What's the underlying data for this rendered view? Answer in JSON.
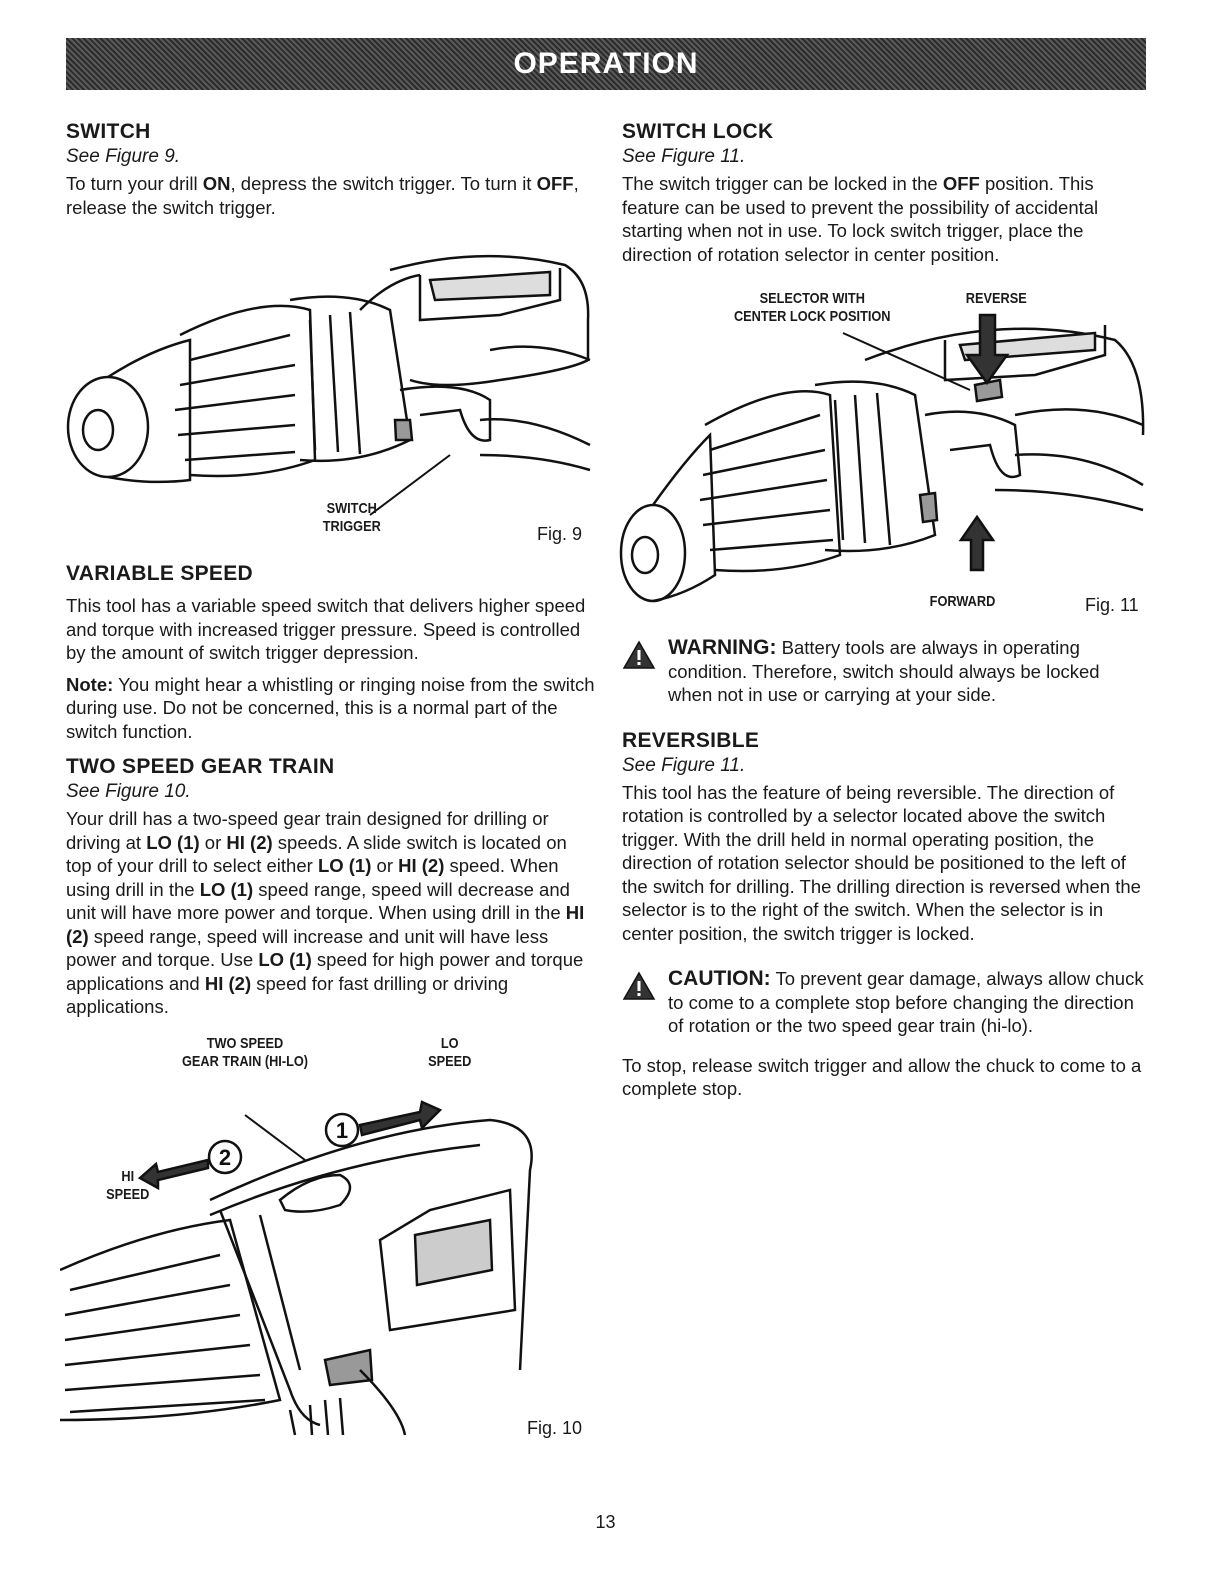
{
  "header": {
    "title": "OPERATION"
  },
  "left": {
    "switch": {
      "title": "SWITCH",
      "see": "See Figure 9.",
      "p1_a": "To turn your drill ",
      "p1_on": "ON",
      "p1_b": ", depress the switch trigger. To turn it ",
      "p1_off": "OFF",
      "p1_c": ", release the switch trigger."
    },
    "fig9": {
      "callout": "SWITCH\nTRIGGER",
      "label": "Fig. 9"
    },
    "variable": {
      "title": "VARIABLE SPEED",
      "p1": "This tool has a variable speed switch that delivers higher speed and torque with increased trigger pressure. Speed is controlled by the amount of switch trigger depression.",
      "note_label": "Note:",
      "note_text": " You might hear a whistling or ringing noise from the switch during use. Do not be concerned, this is a normal part of the switch function."
    },
    "gear": {
      "title": "TWO SPEED GEAR TRAIN",
      "see": "See Figure 10.",
      "t1": "Your drill has a two-speed gear train designed for drilling or driving at ",
      "lo1": "LO (1)",
      "t2": " or ",
      "hi2": "HI (2)",
      "t3": " speeds. A slide switch is located on top of your drill to select either ",
      "t4": " or ",
      "t5": " speed. When using drill in the ",
      "t6": " speed range, speed will decrease and unit will have more power and torque. When using drill in the ",
      "t7": " speed range, speed will increase and unit will have less power and torque. Use ",
      "t8": " speed for high power and torque applications and ",
      "t9": " speed for fast drilling or driving applications."
    },
    "fig10": {
      "callout_gear": "TWO SPEED\nGEAR TRAIN (HI-LO)",
      "callout_lo": "LO\nSPEED",
      "callout_hi": "HI\nSPEED",
      "num1": "1",
      "num2": "2",
      "label": "Fig. 10"
    }
  },
  "right": {
    "lock": {
      "title": "SWITCH LOCK",
      "see": "See Figure 11.",
      "t1": "The switch trigger can be locked in the ",
      "off": "OFF",
      "t2": " position. This feature can be used to prevent the possibility of accidental starting when not in use. To lock switch trigger, place the direction of rotation selector in center position."
    },
    "fig11": {
      "callout_selector": "SELECTOR WITH\nCENTER LOCK POSITION",
      "callout_reverse": "REVERSE",
      "callout_forward": "FORWARD",
      "label": "Fig. 11"
    },
    "warning": {
      "head": "WARNING:",
      "text": " Battery tools are always in operating condition. Therefore, switch should always be locked when not in use or carrying at your side."
    },
    "reversible": {
      "title": "REVERSIBLE",
      "see": "See Figure 11.",
      "p1": "This tool has the feature of being reversible. The direction of rotation is controlled by a selector located above the switch trigger. With the drill held in normal operating position, the direction of rotation selector should be positioned to the left of the switch for drilling. The drilling direction is reversed when the selector is to the right of the switch. When the selector is in center position, the switch trigger is locked."
    },
    "caution": {
      "head": "CAUTION:",
      "text": " To prevent gear damage, always allow chuck to come to a complete stop before changing the direction of rotation or the two speed gear train (hi-lo)."
    },
    "stop": {
      "p1": "To stop, release switch trigger and allow the chuck to come to a complete stop."
    }
  },
  "footer": {
    "page": "13"
  }
}
